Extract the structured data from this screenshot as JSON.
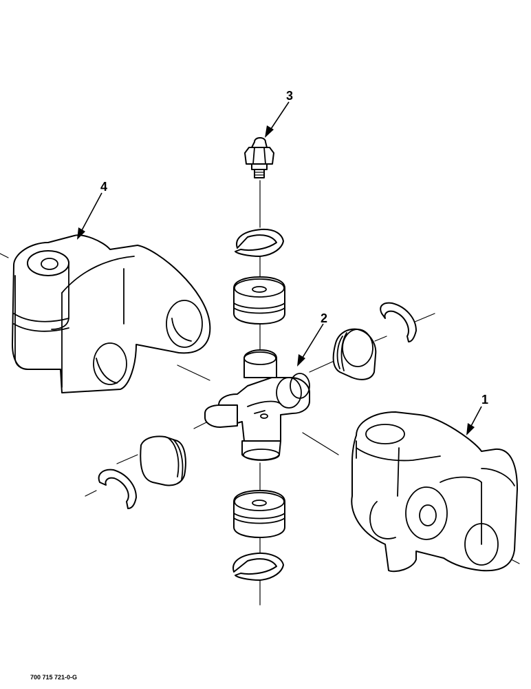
{
  "callouts": [
    {
      "label": "1"
    },
    {
      "label": "2"
    },
    {
      "label": "3"
    },
    {
      "label": "4"
    }
  ],
  "figure_code": "700 715 721-0-G"
}
